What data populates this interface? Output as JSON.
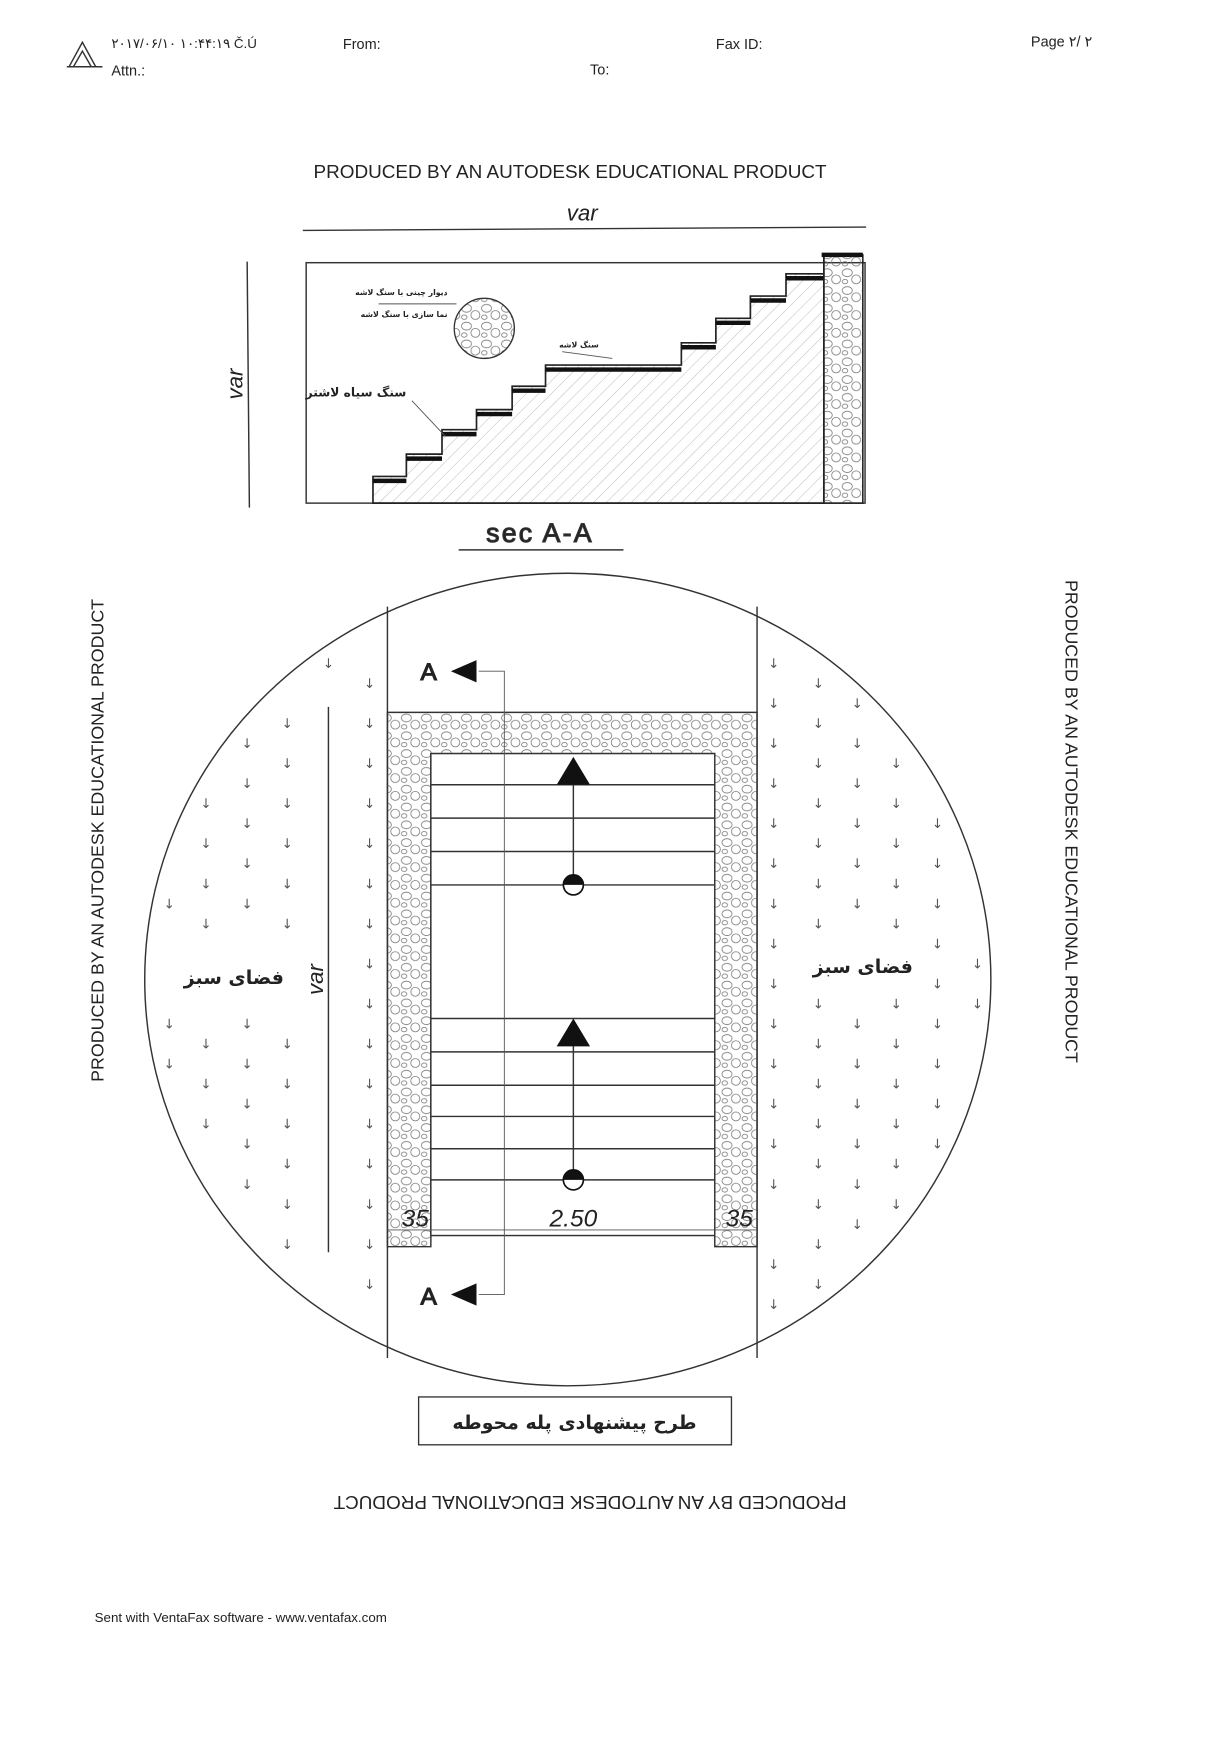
{
  "header": {
    "timestamp": "۲۰۱۷/۰۶/۱۰   ۱۰:۴۴:۱۹ Č.Ú",
    "from_label": "From:",
    "fax_id_label": "Fax ID:",
    "page_label": "Page ۲/ ۲",
    "attn_label": "Attn.:",
    "to_label": "To:"
  },
  "watermark": "PRODUCED BY AN AUTODESK EDUCATIONAL PRODUCT",
  "section": {
    "width_dim": "var",
    "height_dim": "var",
    "label_wall": "دیوار چینی با سنگ لاشه",
    "label_facade": "نما سازی با سنگ لاشه",
    "label_stone": "سنگ لاشه",
    "label_black_stone": "سنگ سیاه لاشتر",
    "title": "sec A-A"
  },
  "plan": {
    "section_marker": "A",
    "length_dim": "var",
    "dim_left": "35",
    "dim_center": "2.50",
    "dim_right": "35",
    "green_space_left": "فضای سبز",
    "green_space_right": "فضای سبز",
    "title": "طرح پیشنهادی پله محوطه"
  },
  "footer": {
    "sent_with": "Sent with VentaFax software - www.ventafax.com"
  }
}
